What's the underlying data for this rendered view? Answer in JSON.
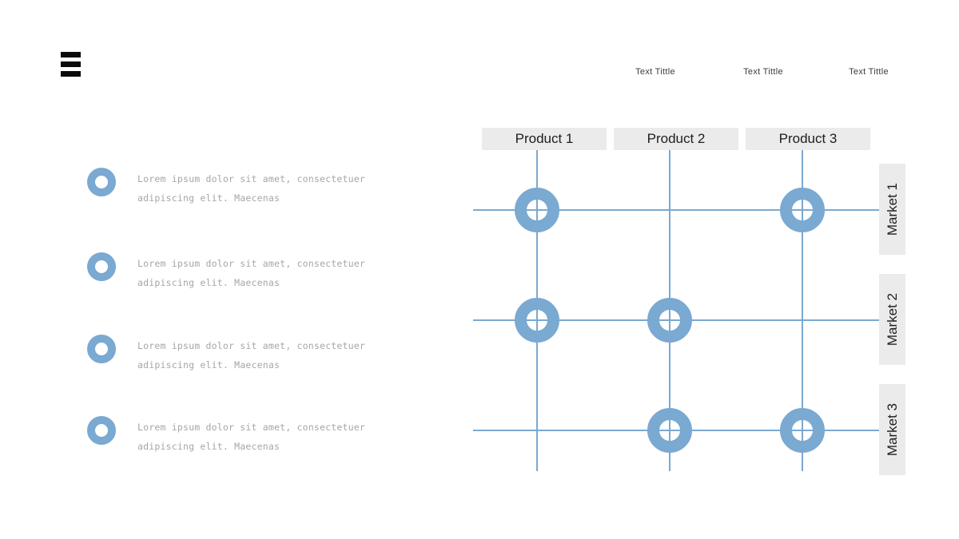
{
  "colors": {
    "accent_blue": "#7aa9d1",
    "box_gray": "#ebebeb",
    "heading_text": "#202020",
    "small_title_text": "#3d3d3d",
    "body_text_gray": "#a6a6a6",
    "menu_icon_black": "#0b0b0b"
  },
  "header": {
    "menu_icon": "hamburger-icon",
    "titles": [
      "Text Tittle",
      "Text Tittle",
      "Text Tittle"
    ]
  },
  "bullets": {
    "icon": "donut-bullet-icon",
    "items": [
      {
        "line1": "Lorem ipsum dolor sit amet, consectetuer",
        "line2": "adipiscing elit. Maecenas"
      },
      {
        "line1": "Lorem ipsum dolor sit amet, consectetuer",
        "line2": "adipiscing elit. Maecenas"
      },
      {
        "line1": "Lorem ipsum dolor sit amet, consectetuer",
        "line2": "adipiscing elit. Maecenas"
      },
      {
        "line1": "Lorem ipsum dolor sit amet, consectetuer",
        "line2": "adipiscing elit. Maecenas"
      }
    ]
  },
  "matrix": {
    "columns": [
      "Product 1",
      "Product 2",
      "Product 3"
    ],
    "rows": [
      "Market 1",
      "Market 2",
      "Market 3"
    ],
    "marker_icon": "donut-marker-icon",
    "marks": [
      [
        1,
        0,
        1
      ],
      [
        1,
        1,
        0
      ],
      [
        0,
        1,
        1
      ]
    ]
  }
}
